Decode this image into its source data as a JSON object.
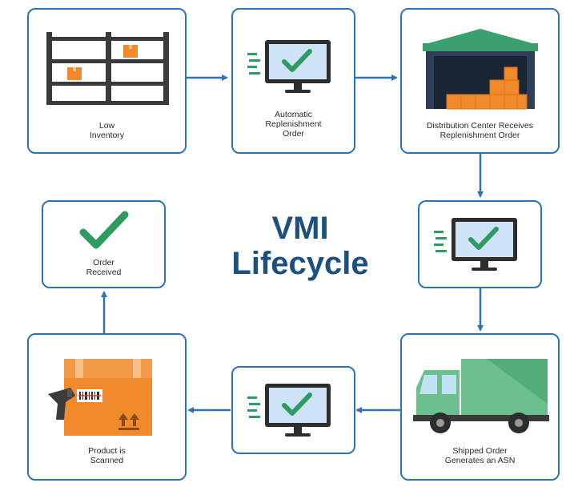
{
  "title": {
    "line1": "VMI",
    "line2": "Lifecycle"
  },
  "steps": [
    {
      "label": "Low\nInventory",
      "icon": "warehouse-shelves-icon"
    },
    {
      "label": "Automatic\nReplenishment\nOrder",
      "icon": "computer-checkmark-icon"
    },
    {
      "label": "Distribution Center Receives\nReplenishment Order",
      "icon": "warehouse-boxes-icon"
    },
    {
      "label": "",
      "icon": "computer-checkmark-icon"
    },
    {
      "label": "Shipped Order\nGenerates an ASN",
      "icon": "delivery-truck-icon"
    },
    {
      "label": "",
      "icon": "computer-checkmark-icon"
    },
    {
      "label": "Product is\nScanned",
      "icon": "barcode-scanner-box-icon"
    },
    {
      "label": "Order\nReceived",
      "icon": "checkmark-icon"
    }
  ],
  "colors": {
    "border": "#2e73b8",
    "arrow": "#2e73b8",
    "title": "#1d4f83",
    "check": "#2e9b63",
    "screen": "#cfe3f7",
    "box": "#f08a2b"
  }
}
